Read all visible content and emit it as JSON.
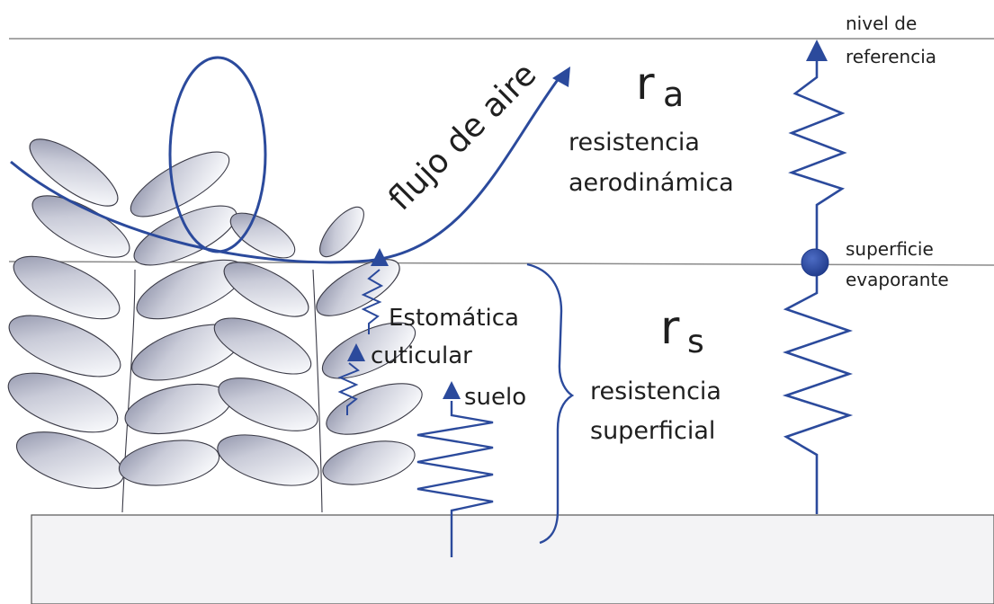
{
  "colors": {
    "resistor_blue": "#2b4a9c",
    "leaf_outline": "#3a3a46",
    "leaf_shade_dark": "#8a8ea6",
    "leaf_shade_light": "#f4f5f9",
    "ground_fill": "#f3f3f5",
    "line_gray": "#8a8a8a"
  },
  "labels": {
    "reference_level_line1": "nivel de",
    "reference_level_line2": "referencia",
    "evaporating_surface_line1": "superficie",
    "evaporating_surface_line2": "evaporante",
    "airflow": "flujo de aire",
    "ra_main": "r",
    "ra_sub": "a",
    "aero_line1": "resistencia",
    "aero_line2": "aerodinámica",
    "rs_main": "r",
    "rs_sub": "s",
    "surface_line1": "resistencia",
    "surface_line2": "superficial",
    "stomatal": "Estomática",
    "cuticular": "cuticular",
    "soil": "suelo"
  },
  "icons": {
    "arrowhead": "triangle-arrow-icon",
    "surface_node": "filled-circle-icon",
    "resistor": "zigzag-resistor-icon",
    "brace": "curly-brace-icon"
  }
}
